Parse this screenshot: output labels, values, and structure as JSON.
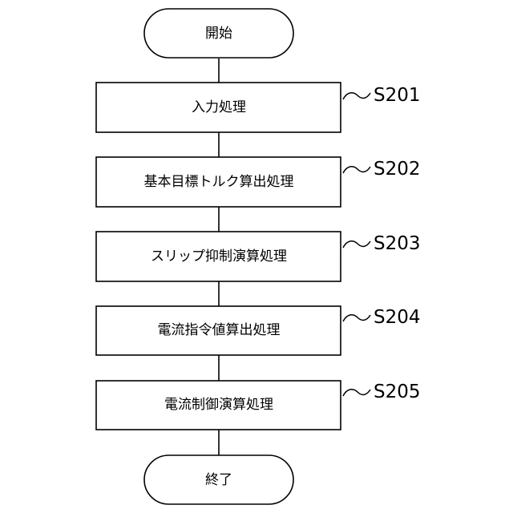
{
  "flowchart": {
    "start": {
      "label": "開始"
    },
    "steps": [
      {
        "id": "S201",
        "label": "入力処理"
      },
      {
        "id": "S202",
        "label": "基本目標トルク算出処理"
      },
      {
        "id": "S203",
        "label": "スリップ抑制演算処理"
      },
      {
        "id": "S204",
        "label": "電流指令値算出処理"
      },
      {
        "id": "S205",
        "label": "電流制御演算処理"
      }
    ],
    "end": {
      "label": "終了"
    }
  }
}
